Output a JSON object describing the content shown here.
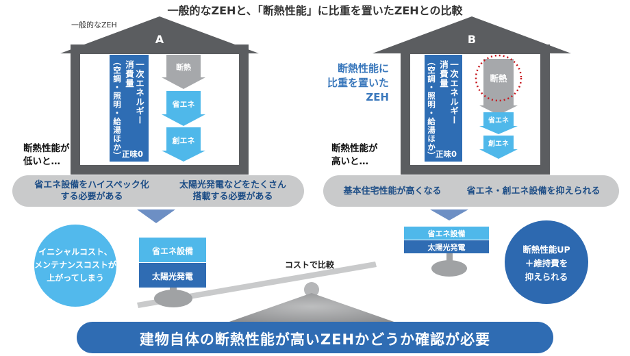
{
  "title": "一般的なZEHと、「断熱性能」に比重を置いたZEHとの比較",
  "house_a": {
    "label_above": "一般的なZEH",
    "badge": "A",
    "energy_col_line1": "一次エネルギー",
    "energy_col_line2": "消費量",
    "energy_col_line3": "（空調・照明・給湯ほか）",
    "zero_label": "正味0",
    "flow_1": "断熱",
    "flow_2": "省エネ",
    "flow_3": "創エネ",
    "side_note_line1": "断熱性能が",
    "side_note_line2": "低いと…"
  },
  "house_b": {
    "badge": "B",
    "tag_line1": "断熱性能に",
    "tag_line2": "比重を置いた",
    "tag_line3": "ZEH",
    "energy_col_line1": "一次エネルギー",
    "energy_col_line2": "消費量",
    "energy_col_line3": "（空調・照明・給湯ほか）",
    "zero_label": "正味0",
    "flow_1": "断熱",
    "flow_2": "省エネ",
    "flow_3": "創エネ",
    "side_note_line1": "断熱性能が",
    "side_note_line2": "高いと…"
  },
  "pill_a": {
    "item1_line1": "省エネ設備をハイスペック化",
    "item1_line2": "する必要がある",
    "item2_line1": "太陽光発電などをたくさん",
    "item2_line2": "搭載する必要がある"
  },
  "pill_b": {
    "item1": "基本住宅性能が高くなる",
    "item2": "省エネ・創エネ設備を抑えられる"
  },
  "scale": {
    "left_box_top": "省エネ設備",
    "left_box_bottom": "太陽光発電",
    "right_box_top": "省エネ設備",
    "right_box_bottom": "太陽光発電",
    "compare_label": "コストで比較"
  },
  "left_circle": {
    "line1": "イニシャルコスト、",
    "line2": "メンテナンスコストが",
    "line3": "上がってしまう"
  },
  "right_circle": {
    "line1": "断熱性能UP",
    "line2": "＋維持費を",
    "line3": "抑えられる"
  },
  "conclusion": "建物自体の断熱性能が高いZEHかどうか確認が必要",
  "colors": {
    "house_gray": "#5b5d60",
    "energy_blue": "#2e6db4",
    "light_blue": "#4fb8ea",
    "dark_blue": "#2f6cb3",
    "pill_gray": "#c9cacb",
    "circle_light": "#52b9ec",
    "circle_dark": "#2d69b0",
    "dotted_red": "#c6161d"
  }
}
